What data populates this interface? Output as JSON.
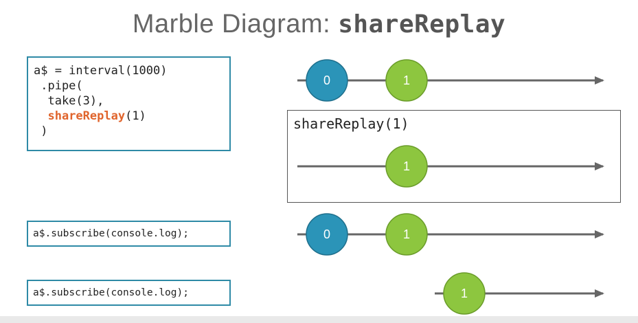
{
  "title": {
    "prefix": "Marble Diagram: ",
    "operator": "shareReplay"
  },
  "code": {
    "lines": [
      {
        "text": "a$ = interval(1000)"
      },
      {
        "text": " .pipe("
      },
      {
        "text": "  take(3),"
      },
      {
        "text": "  ",
        "highlight": "shareReplay",
        "suffix": "(1)"
      },
      {
        "text": " )"
      }
    ]
  },
  "operator_box": {
    "label": "shareReplay(1)"
  },
  "subscriptions": [
    {
      "code": "a$.subscribe(console.log);"
    },
    {
      "code": "a$.subscribe(console.log);"
    }
  ],
  "timelines": [
    {
      "marbles": [
        {
          "label": "0",
          "color": "#2b94b8"
        },
        {
          "label": "1",
          "color": "#8dc63f"
        }
      ]
    },
    {
      "marbles": [
        {
          "label": "1",
          "color": "#8dc63f"
        }
      ]
    },
    {
      "marbles": [
        {
          "label": "0",
          "color": "#2b94b8"
        },
        {
          "label": "1",
          "color": "#8dc63f"
        }
      ]
    },
    {
      "marbles": [
        {
          "label": "1",
          "color": "#8dc63f"
        }
      ]
    }
  ],
  "colors": {
    "code_border": "#2e8aa6",
    "highlight": "#e0642c",
    "line": "#666666"
  }
}
